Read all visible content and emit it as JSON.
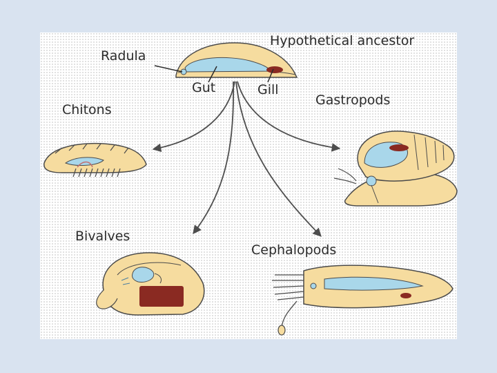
{
  "labels": {
    "title": "Hypothetical ancestor",
    "radula": "Radula",
    "gut": "Gut",
    "gill": "Gill",
    "chitons": "Chitons",
    "gastropods": "Gastropods",
    "bivalves": "Bivalves",
    "cephalopods": "Cephalopods"
  },
  "colors": {
    "background": "#d9e3f0",
    "body": "#f6dc9f",
    "outline": "#4a4a4a",
    "gut": "#a9d7ea",
    "gill": "#8a2a22",
    "arrow": "#4d4d4d"
  }
}
